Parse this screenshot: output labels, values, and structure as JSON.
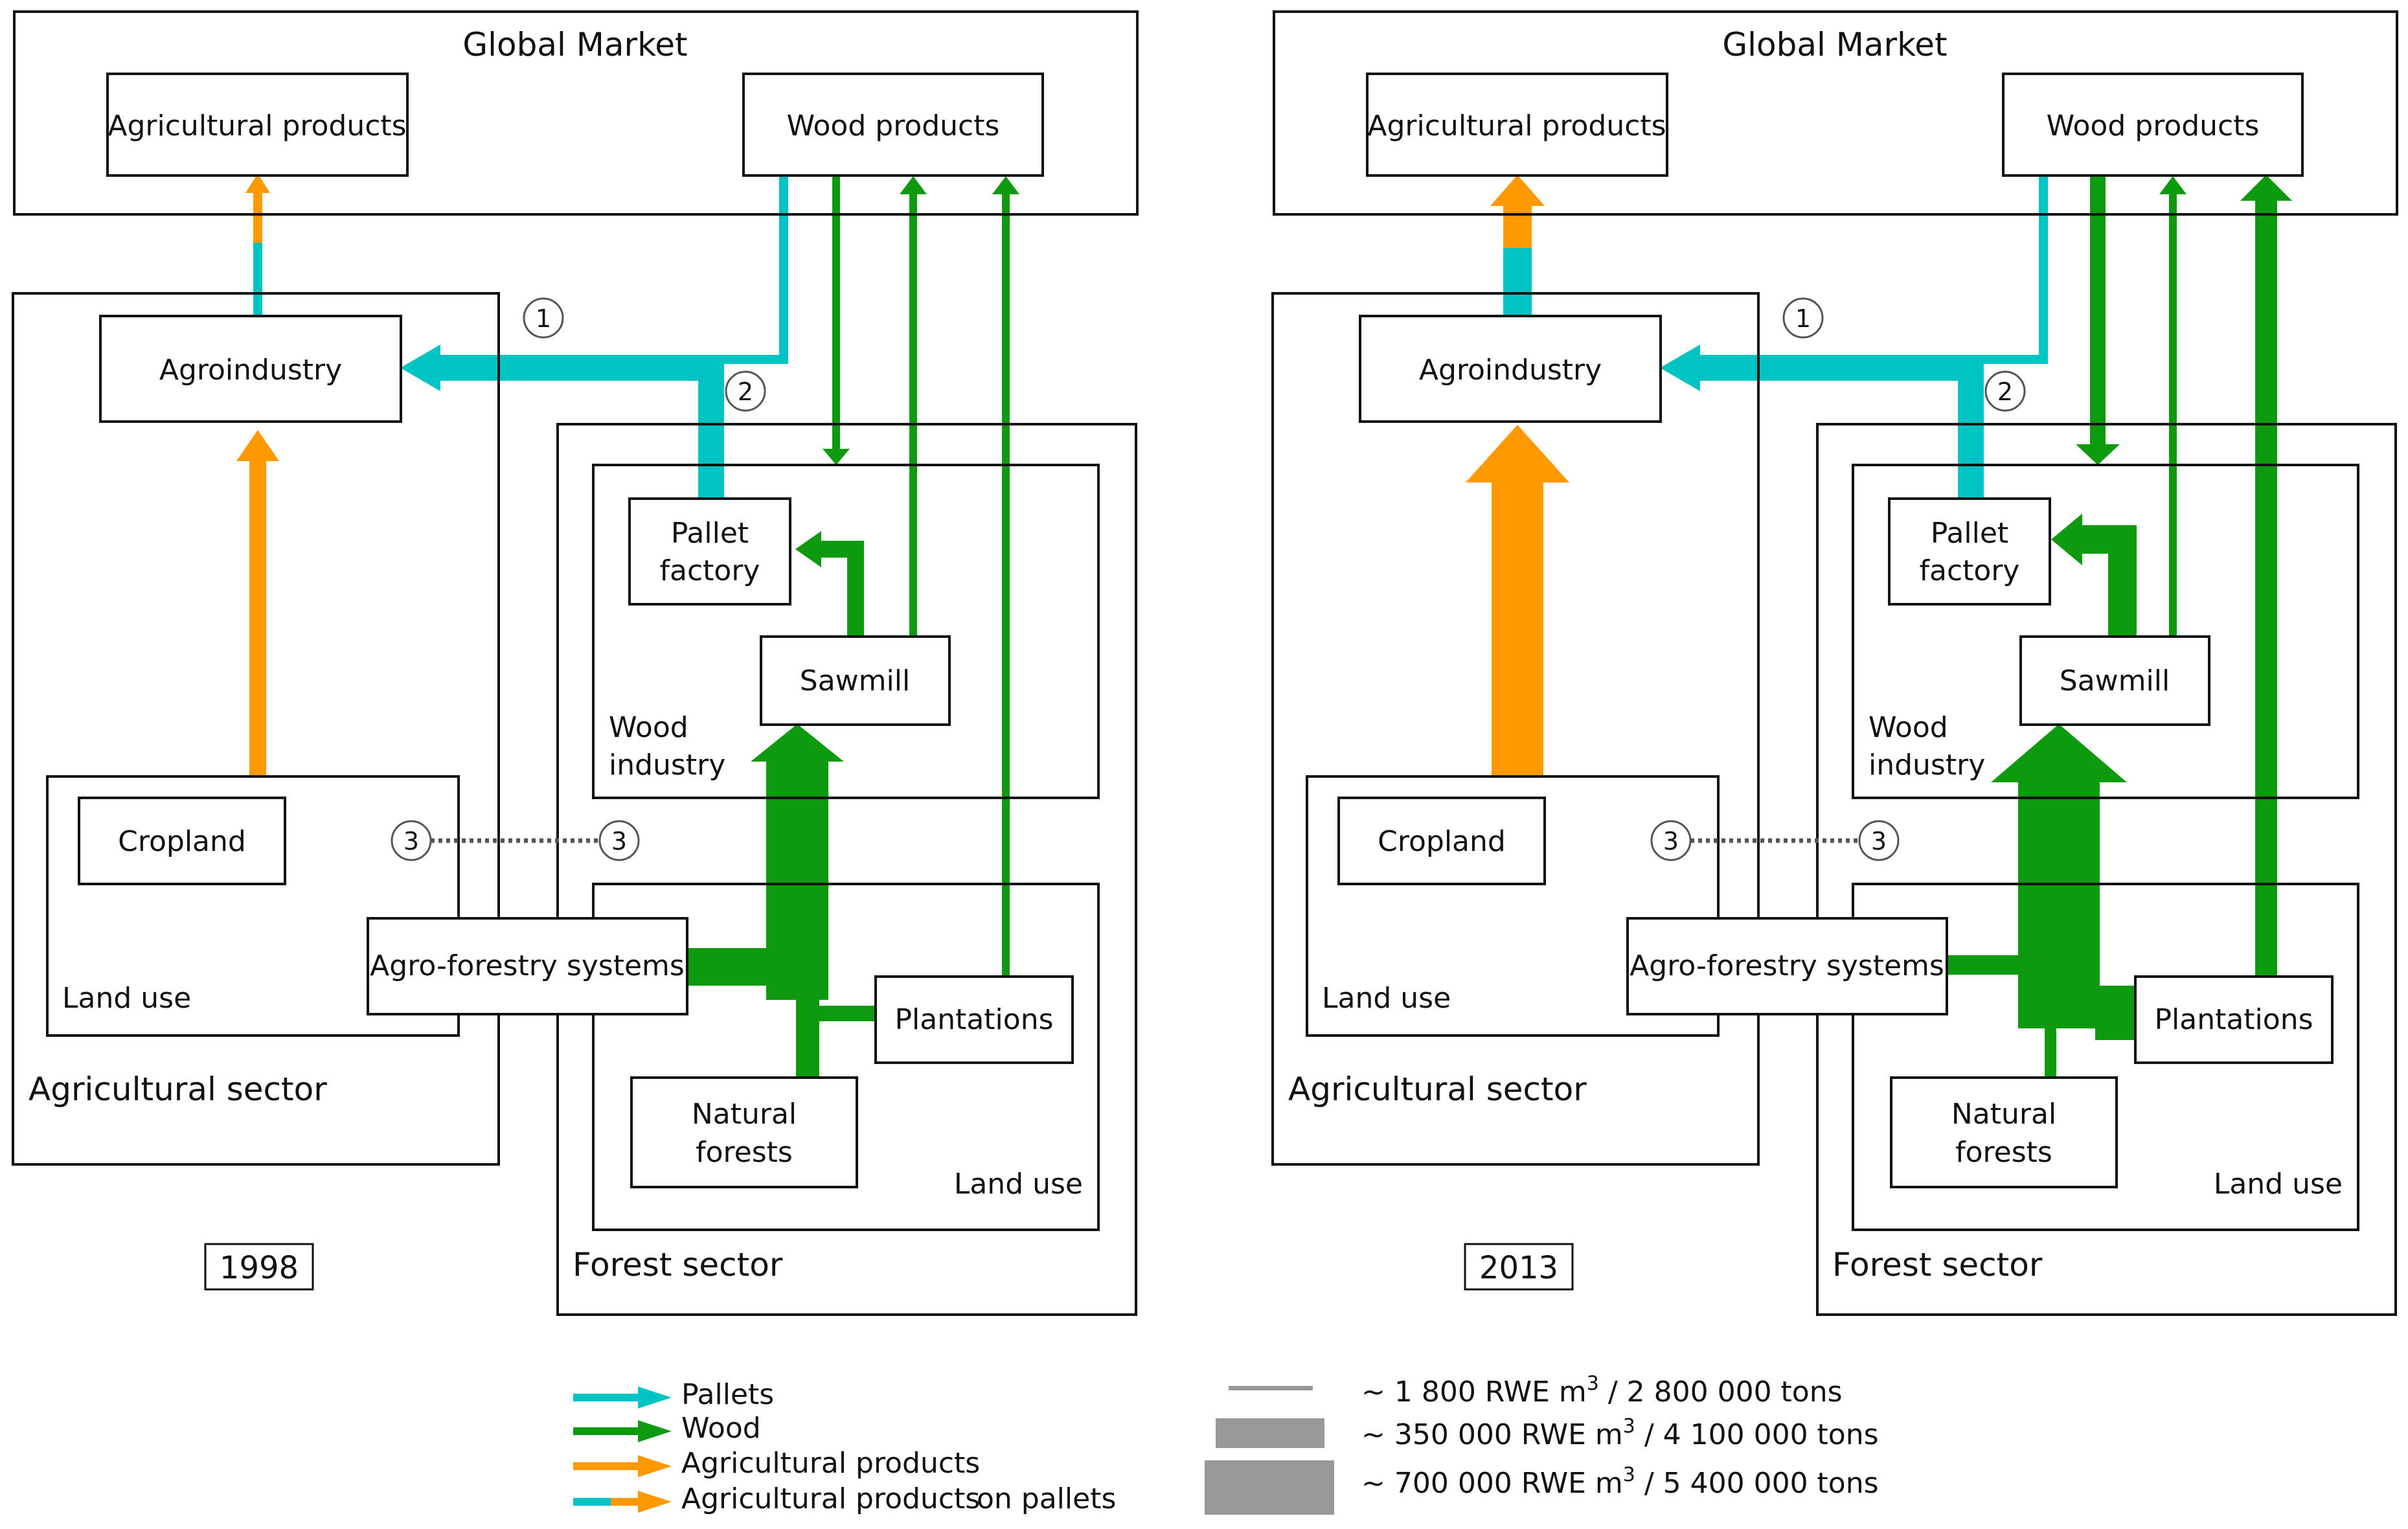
{
  "colors": {
    "pallets": "#00c4c4",
    "wood": "#0e9a0e",
    "agri": "#ff9900",
    "legend_gray": "#999999",
    "box_stroke": "#111111"
  },
  "panels": [
    {
      "year": "1998",
      "labels": {
        "global_market": "Global Market",
        "agricultural_products": "Agricultural products",
        "wood_products": "Wood products",
        "agroindustry": "Agroindustry",
        "pallet_factory": [
          "Pallet",
          "factory"
        ],
        "sawmill": "Sawmill",
        "wood_industry": [
          "Wood",
          "industry"
        ],
        "cropland": "Cropland",
        "land_use_agri": "Land use",
        "agro_forestry": "Agro-forestry systems",
        "plantations": "Plantations",
        "natural_forests": [
          "Natural",
          "forests"
        ],
        "land_use_forest": "Land use",
        "agricultural_sector": "Agricultural sector",
        "forest_sector": "Forest sector",
        "marker_1": "1",
        "marker_2": "2",
        "marker_3": "3"
      }
    },
    {
      "year": "2013",
      "labels": {
        "global_market": "Global Market",
        "agricultural_products": "Agricultural products",
        "wood_products": "Wood products",
        "agroindustry": "Agroindustry",
        "pallet_factory": [
          "Pallet",
          "factory"
        ],
        "sawmill": "Sawmill",
        "wood_industry": [
          "Wood",
          "industry"
        ],
        "cropland": "Cropland",
        "land_use_agri": "Land use",
        "agro_forestry": "Agro-forestry systems",
        "plantations": "Plantations",
        "natural_forests": [
          "Natural",
          "forests"
        ],
        "land_use_forest": "Land use",
        "agricultural_sector": "Agricultural sector",
        "forest_sector": "Forest sector",
        "marker_1": "1",
        "marker_2": "2",
        "marker_3": "3"
      }
    }
  ],
  "legend": {
    "pallets": "Pallets",
    "wood": "Wood",
    "agricultural_products": "Agricultural products",
    "agricultural_products_on": "Agricultural products",
    "on_pallets": "on pallets",
    "scale": [
      {
        "value": "~ 1 800 RWE m",
        "sup": "3",
        "tons": " / 2 800 000 tons"
      },
      {
        "value": "~ 350 000 RWE m",
        "sup": "3",
        "tons": " / 4 100 000 tons"
      },
      {
        "value": "~ 700 000 RWE m",
        "sup": "3",
        "tons": " / 5 400 000 tons"
      }
    ]
  }
}
